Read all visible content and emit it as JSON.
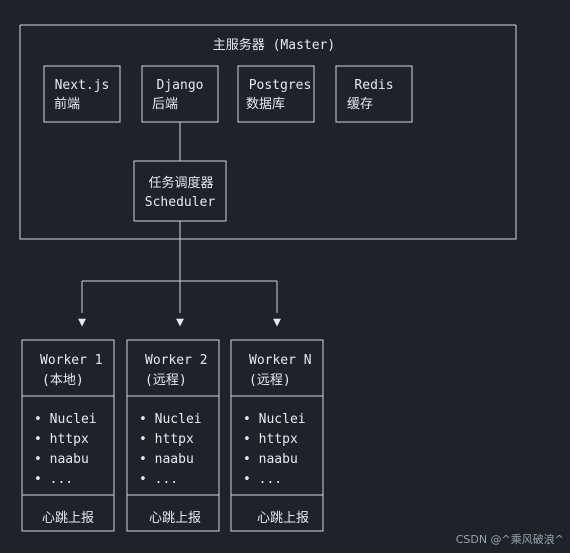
{
  "master": {
    "title": "主服务器 (Master)",
    "components": [
      {
        "name": "Next.js",
        "desc": "前端"
      },
      {
        "name": "Django",
        "desc": "后端"
      },
      {
        "name": "Postgres",
        "desc": "数据库"
      },
      {
        "name": "Redis",
        "desc": "缓存"
      }
    ],
    "scheduler": {
      "line1": "任务调度器",
      "line2": "Scheduler"
    }
  },
  "workers": [
    {
      "title": "Worker 1",
      "subtitle": "(本地)",
      "tools": [
        "• Nuclei",
        "• httpx",
        "• naabu",
        "• ..."
      ],
      "footer": "心跳上报"
    },
    {
      "title": "Worker 2",
      "subtitle": "(远程)",
      "tools": [
        "• Nuclei",
        "• httpx",
        "• naabu",
        "• ..."
      ],
      "footer": "心跳上报"
    },
    {
      "title": "Worker N",
      "subtitle": "(远程)",
      "tools": [
        "• Nuclei",
        "• httpx",
        "• naabu",
        "• ..."
      ],
      "footer": "心跳上报"
    }
  ],
  "arrow_glyph": "▼",
  "watermark": "CSDN @^乘风破浪^"
}
